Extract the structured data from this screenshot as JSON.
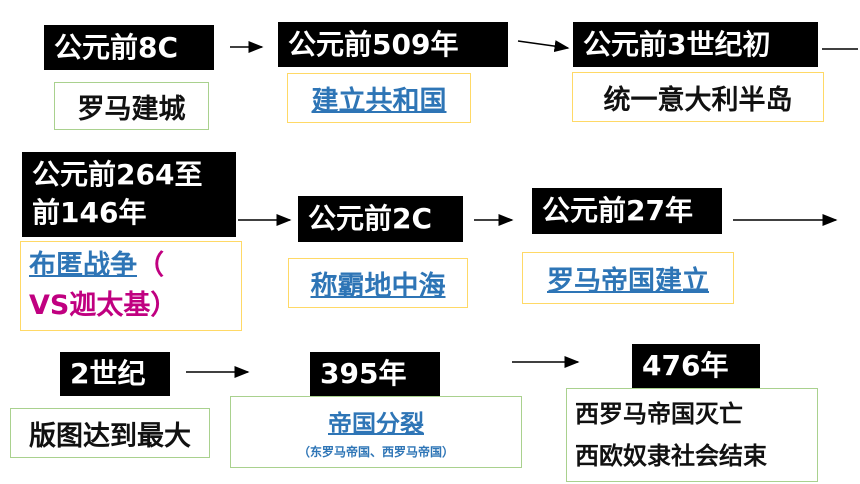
{
  "events": [
    {
      "date": "公元前8C",
      "desc": "罗马建城"
    },
    {
      "date": "公元前509年",
      "desc": "建立共和国"
    },
    {
      "date": "公元前3世纪初",
      "desc": "统一意大利半岛"
    },
    {
      "date_line1": "公元前264至",
      "date_line2": "前146年",
      "desc_line1_blue": "布匿战争",
      "desc_line1_pink": "（",
      "desc_line2": "VS迦太基）"
    },
    {
      "date": "公元前2C",
      "desc": "称霸地中海"
    },
    {
      "date": "公元前27年",
      "desc": "罗马帝国建立"
    },
    {
      "date": "2世纪",
      "desc": "版图达到最大"
    },
    {
      "date": "395年",
      "desc": "帝国分裂",
      "note": "（东罗马帝国、西罗马帝国）"
    },
    {
      "date": "476年",
      "desc_line1": "西罗马帝国灭亡",
      "desc_line2": "西欧奴隶社会结束"
    }
  ],
  "colors": {
    "label_bg": "#000000",
    "link_blue": "#2e75b6",
    "accent_pink": "#c00080",
    "border_green": "#a9d18e",
    "border_yellow": "#ffd966"
  }
}
